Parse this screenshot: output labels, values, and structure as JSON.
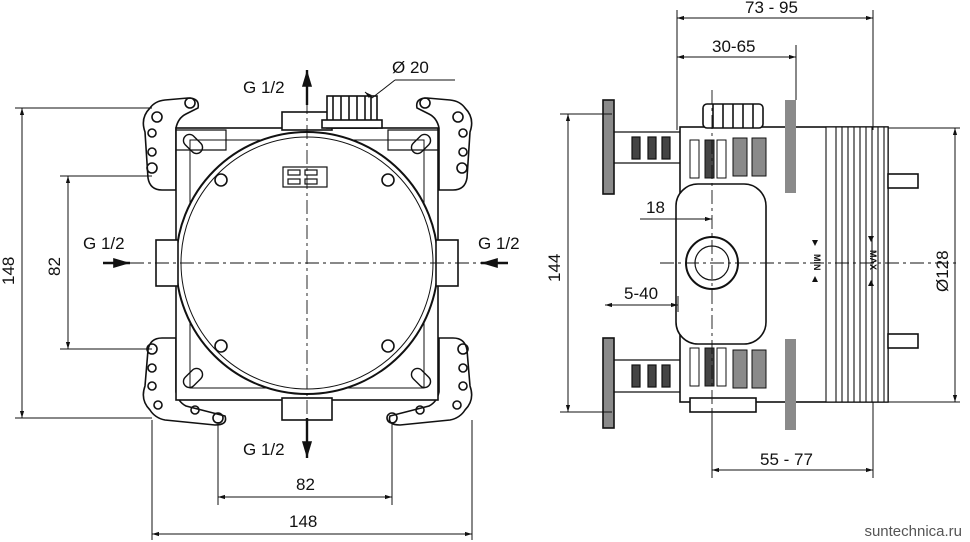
{
  "front_view": {
    "top_inlet_label": "G 1/2",
    "bottom_inlet_label": "G 1/2",
    "left_inlet_label": "G 1/2",
    "right_inlet_label": "G 1/2",
    "nut_diameter_label": "Ø 20",
    "height_overall_label": "148",
    "height_holes_label": "82",
    "width_holes_label": "82",
    "width_overall_label": "148"
  },
  "side_view": {
    "depth_range_label": "73 - 95",
    "depth_inner_label": "30-65",
    "boss_label": "18",
    "plate_offset_label": "5-40",
    "height_label": "144",
    "diameter_label": "Ø128",
    "depth_bottom_label": "55 - 77",
    "min_label": "MIN",
    "max_label": "MAX"
  },
  "watermark": "suntechnica.ru",
  "colors": {
    "line": "#111111",
    "dark_fill": "#8a8a8a",
    "hatch": "#444444",
    "background": "#ffffff"
  }
}
